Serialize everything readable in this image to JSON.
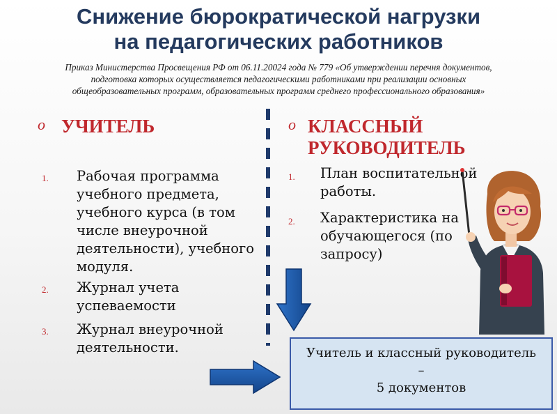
{
  "title": {
    "line1": "Снижение бюрократической нагрузки",
    "line2": "на педагогических работников"
  },
  "order": {
    "line1": "Приказ Министерства Просвещения РФ от 06.11.20024 года № 779 «Об утверждении перечня документов,",
    "line2": "подготовка которых осуществляется педагогическими работниками при реализации основных",
    "line3": "общеобразовательных программ, образовательных программ среднего профессионального образования»"
  },
  "teacher": {
    "bullet": "o",
    "heading": "УЧИТЕЛЬ",
    "items": [
      {
        "num": "1.",
        "lines": [
          "Рабочая программа",
          "учебного предмета,",
          "учебного курса (в том",
          "числе внеурочной",
          "деятельности), учебного",
          "модуля."
        ]
      },
      {
        "num": "2.",
        "lines": [
          "Журнал учета",
          "успеваемости"
        ]
      },
      {
        "num": "3.",
        "lines": [
          "Журнал внеурочной",
          "деятельности."
        ]
      }
    ]
  },
  "class_teacher": {
    "bullet": "o",
    "heading_line1": "КЛАССНЫЙ",
    "heading_line2": "РУКОВОДИТЕЛЬ",
    "items": [
      {
        "num": "1.",
        "lines": [
          "План воспитательной",
          "работы."
        ]
      },
      {
        "num": "2.",
        "lines": [
          "Характеристика на",
          "обучающегося (по",
          "запросу)"
        ]
      }
    ]
  },
  "result": {
    "line1": "Учитель и классный руководитель",
    "line2": "–",
    "line3": "5 документов"
  },
  "colors": {
    "title": "#243a5e",
    "accent_red": "#c0282d",
    "arrow_blue": "#1f5fb0",
    "box_fill": "#d6e4f2",
    "box_border": "#3a5aa8"
  },
  "icons": [
    "down-arrow-icon",
    "right-arrow-icon",
    "teacher-illustration"
  ]
}
